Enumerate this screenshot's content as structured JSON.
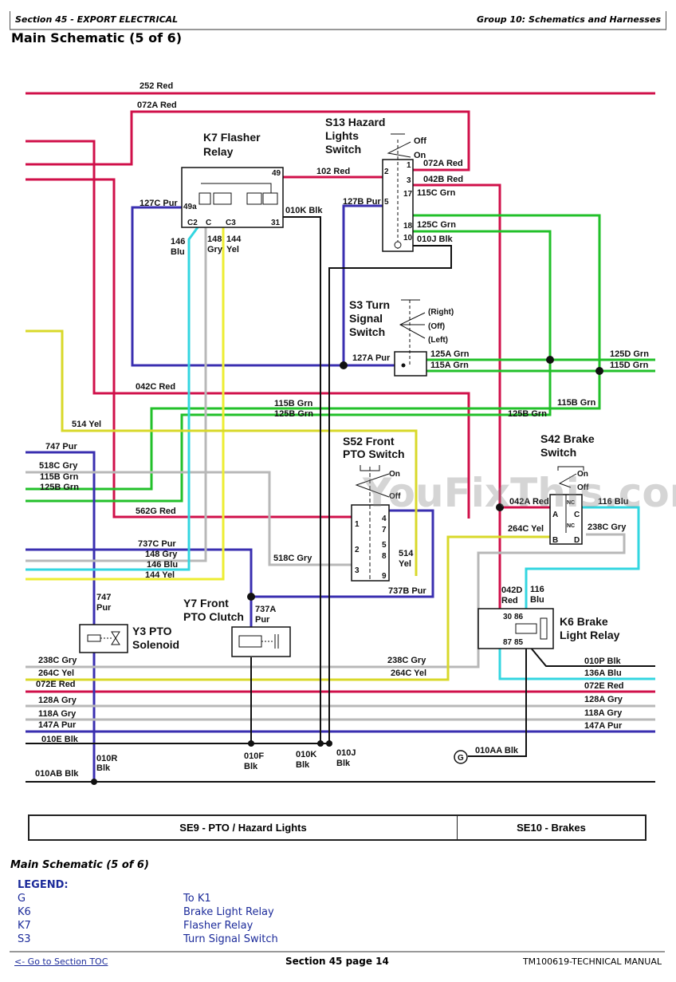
{
  "header": {
    "section": "Section 45 - EXPORT ELECTRICAL",
    "group": "Group 10: Schematics and Harnesses"
  },
  "page_title": "Main Schematic (5 of 6)",
  "watermark": "YouFixThis.com",
  "colors": {
    "red": "#d0104a",
    "green": "#22c02a",
    "purple": "#3a2fb0",
    "gray": "#b8b8b8",
    "cyan": "#33d6e0",
    "yellow": "#f2f23a",
    "black": "#111111",
    "legend_blue": "#1c2b9a"
  },
  "components": {
    "k7": {
      "name_line1": "K7 Flasher",
      "name_line2": "Relay",
      "pins": {
        "p49": "49",
        "p49a": "49a",
        "c2": "C2",
        "c": "C",
        "c3": "C3",
        "p31": "31"
      }
    },
    "s13": {
      "name_line1": "S13 Hazard",
      "name_line2": "Lights",
      "name_line3": "Switch",
      "pos_off": "Off",
      "pos_on": "On",
      "pins": {
        "p1": "1",
        "p2": "2",
        "p3": "3",
        "p17": "17",
        "p5": "5",
        "p18": "18",
        "p10": "10"
      }
    },
    "s3": {
      "name_line1": "S3 Turn",
      "name_line2": "Signal",
      "name_line3": "Switch",
      "pos_right": "(Right)",
      "pos_off": "(Off)",
      "pos_left": "(Left)"
    },
    "s52": {
      "name_line1": "S52 Front",
      "name_line2": "PTO Switch",
      "pos_on": "On",
      "pos_off": "Off",
      "pins": {
        "p1": "1",
        "p2": "2",
        "p3": "3",
        "p4": "4",
        "p7": "7",
        "p5": "5",
        "p8": "8",
        "p9": "9"
      }
    },
    "s42": {
      "name_line1": "S42 Brake",
      "name_line2": "Switch",
      "pos_on": "On",
      "pos_off": "Off",
      "pins": {
        "a": "A",
        "b": "B",
        "c": "C",
        "d": "D",
        "nc1": "NC",
        "nc2": "NC"
      }
    },
    "k6": {
      "name_line1": "K6 Brake",
      "name_line2": "Light Relay",
      "pins": {
        "p30": "30",
        "p86": "86",
        "p87": "87",
        "p85": "85"
      }
    },
    "y3": {
      "name_line1": "Y3 PTO",
      "name_line2": "Solenoid"
    },
    "y7": {
      "name_line1": "Y7 Front",
      "name_line2": "PTO Clutch"
    },
    "ground": {
      "symbol": "G"
    }
  },
  "wires": {
    "w252": "252 Red",
    "w072a_top": "072A Red",
    "w127c": "127C Pur",
    "w146": [
      "146",
      "Blu"
    ],
    "w148": [
      "148",
      "Gry"
    ],
    "w144": [
      "144",
      "Yel"
    ],
    "w102": "102 Red",
    "w010k_top": "010K Blk",
    "w072a_s13": "072A Red",
    "w042b": "042B Red",
    "w115c": "115C Grn",
    "w127b": "127B Pur",
    "w125c": "125C Grn",
    "w010j_top": "010J Blk",
    "w127a": "127A Pur",
    "w125a": "125A Grn",
    "w115a": "115A Grn",
    "w125d": "125D Grn",
    "w115d": "115D Grn",
    "w042c": "042C Red",
    "w115b_mid": "115B Grn",
    "w125b_mid": "125B Grn",
    "w115b_right": "115B Grn",
    "w125b_right": "125B Grn",
    "w514": "514 Yel",
    "w747": "747 Pur",
    "w518c_left": "518C Gry",
    "w115b_left": "115B Grn",
    "w125b_left": "125B Grn",
    "w562g": "562G Red",
    "w737c": "737C Pur",
    "w148b": "148 Gry",
    "w146b": "146 Blu",
    "w144b": "144 Yel",
    "w518c_mid": "518C Gry",
    "w514_s52": [
      "514",
      "Yel"
    ],
    "w737b": "737B Pur",
    "w747v": [
      "747",
      "Pur"
    ],
    "w737a": [
      "737A",
      "Pur"
    ],
    "w042a": "042A Red",
    "w116_top": "116 Blu",
    "w264c_top": "264C Yel",
    "w238c_top": "238C Gry",
    "w042d": [
      "042D",
      "Red"
    ],
    "w116v": [
      "116",
      "Blu"
    ],
    "w238c_left": "238C Gry",
    "w264c_left": "264C Yel",
    "w072e_left": "072E Red",
    "w128a_left": "128A Gry",
    "w118a_left": "118A Gry",
    "w147a_left": "147A Pur",
    "w010e": "010E Blk",
    "w010ab": "010AB Blk",
    "w010r": [
      "010R",
      "Blk"
    ],
    "w010f": [
      "010F",
      "Blk"
    ],
    "w010k_bot": [
      "010K",
      "Blk"
    ],
    "w010j_bot": [
      "010J",
      "Blk"
    ],
    "w238c_mid": "238C Gry",
    "w264c_mid": "264C Yel",
    "w010p": "010P Blk",
    "w136a": "136A Blu",
    "w072e_right": "072E Red",
    "w128a_right": "128A Gry",
    "w118a_right": "118A Gry",
    "w147a_right": "147A Pur",
    "w010aa": "010AA Blk"
  },
  "sections": {
    "se9": "SE9 - PTO / Hazard Lights",
    "se10": "SE10 - Brakes"
  },
  "subtitle": "Main Schematic (5 of 6)",
  "legend": {
    "title": "LEGEND:",
    "items": [
      {
        "key": "G",
        "value": "To K1"
      },
      {
        "key": "K6",
        "value": "Brake Light Relay"
      },
      {
        "key": "K7",
        "value": "Flasher Relay"
      },
      {
        "key": "S3",
        "value": "Turn Signal Switch"
      }
    ]
  },
  "footer": {
    "toc_link": "<- Go to Section TOC",
    "page": "Section 45 page 14",
    "manual": "TM100619-TECHNICAL MANUAL"
  }
}
